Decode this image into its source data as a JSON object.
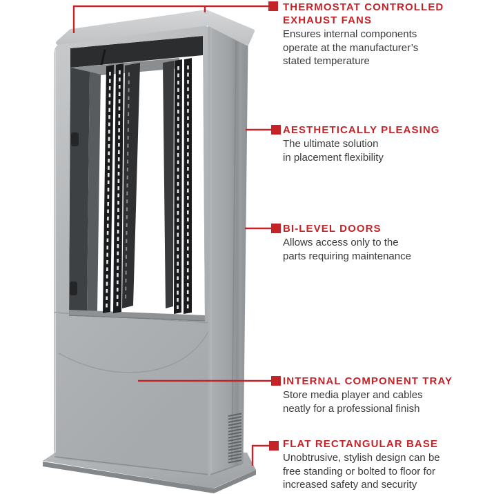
{
  "colors": {
    "accent_red": "#c42328",
    "body_text": "#3a3a3c",
    "background": "#ffffff",
    "kiosk_gray_light": "#c6c8ca",
    "kiosk_gray_mid": "#a9acaf",
    "kiosk_gray_side": "#94979a",
    "kiosk_interior_dark": "#2b2d2f",
    "rail_black": "#1a1b1c"
  },
  "callouts": [
    {
      "title": "THERMOSTAT CONTROLLED\nEXHAUST FANS",
      "description": "Ensures internal components\noperate at the manufacturer’s\nstated temperature"
    },
    {
      "title": "AESTHETICALLY PLEASING",
      "description": "The ultimate solution\nin placement flexibility"
    },
    {
      "title": "BI-LEVEL DOORS",
      "description": "Allows access only to the\nparts requiring maintenance"
    },
    {
      "title": "INTERNAL COMPONENT TRAY",
      "description": "Store media player and cables\nneatly for a professional finish"
    },
    {
      "title": "FLAT RECTANGULAR BASE",
      "description": "Unobtrusive, stylish design can be\nfree standing or bolted to floor for\nincreased safety and security"
    }
  ]
}
